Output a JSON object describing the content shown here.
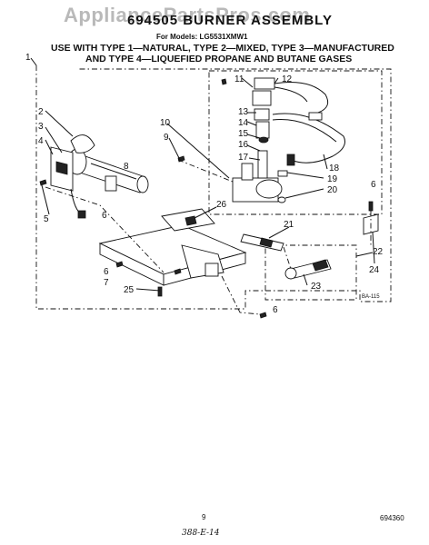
{
  "watermark": "AppliancePartsPros.com",
  "title": "694505 BURNER ASSEMBLY",
  "models": "For Models: LG5531XMW1",
  "use_line_1": "USE WITH TYPE 1—NATURAL, TYPE 2—MIXED, TYPE 3—MANUFACTURED",
  "use_line_2": "AND TYPE 4—LIQUEFIED PROPANE AND BUTANE GASES",
  "diagram_code": "BA-115",
  "page_number": "9",
  "document_number": "694360",
  "handwritten_note": "388-E-14",
  "callouts": {
    "c1": "1",
    "c2": "2",
    "c3": "3",
    "c4": "4",
    "c5": "5",
    "c6a": "6",
    "c6b": "6",
    "c6c": "6",
    "c6d": "6",
    "c7": "7",
    "c8": "8",
    "c9": "9",
    "c10": "10",
    "c11": "11",
    "c12": "12",
    "c13": "13",
    "c14": "14",
    "c15": "15",
    "c16": "16",
    "c17": "17",
    "c18": "18",
    "c19": "19",
    "c20": "20",
    "c21": "21",
    "c22": "22",
    "c23": "23",
    "c24": "24",
    "c25": "25",
    "c26": "26"
  }
}
